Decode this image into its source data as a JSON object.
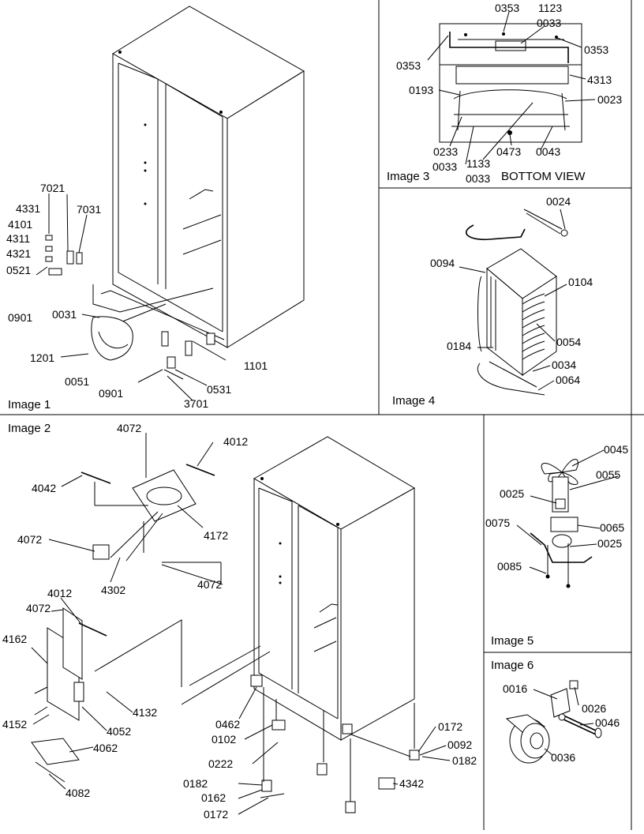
{
  "panels": {
    "image1": "Image 1",
    "image2": "Image 2",
    "image3": "Image 3",
    "image4": "Image 4",
    "image5": "Image 5",
    "image6": "Image 6"
  },
  "bottom_view_label": "BOTTOM VIEW",
  "callouts": {
    "i1": [
      "7021",
      "4331",
      "7031",
      "4101",
      "4311",
      "4321",
      "0521",
      "0901",
      "0031",
      "1201",
      "0051",
      "0901",
      "1101",
      "0531",
      "3701"
    ],
    "i3": [
      "0353",
      "1123",
      "0033",
      "0353",
      "0353",
      "4313",
      "0193",
      "0023",
      "0233",
      "0473",
      "0043",
      "0033",
      "1133",
      "0033"
    ],
    "i4": [
      "0024",
      "0094",
      "0104",
      "0054",
      "0184",
      "0034",
      "0064"
    ],
    "i2": [
      "4072",
      "4012",
      "4042",
      "4172",
      "4072",
      "4302",
      "4072",
      "4012",
      "4072",
      "4162",
      "4132",
      "4152",
      "4052",
      "4062",
      "4082",
      "0462",
      "0102",
      "0222",
      "0182",
      "0162",
      "0172",
      "0172",
      "0092",
      "0182",
      "4342"
    ],
    "i5": [
      "0045",
      "0055",
      "0025",
      "0075",
      "0065",
      "0025",
      "0085"
    ],
    "i6": [
      "0016",
      "0026",
      "0046",
      "0036"
    ]
  }
}
